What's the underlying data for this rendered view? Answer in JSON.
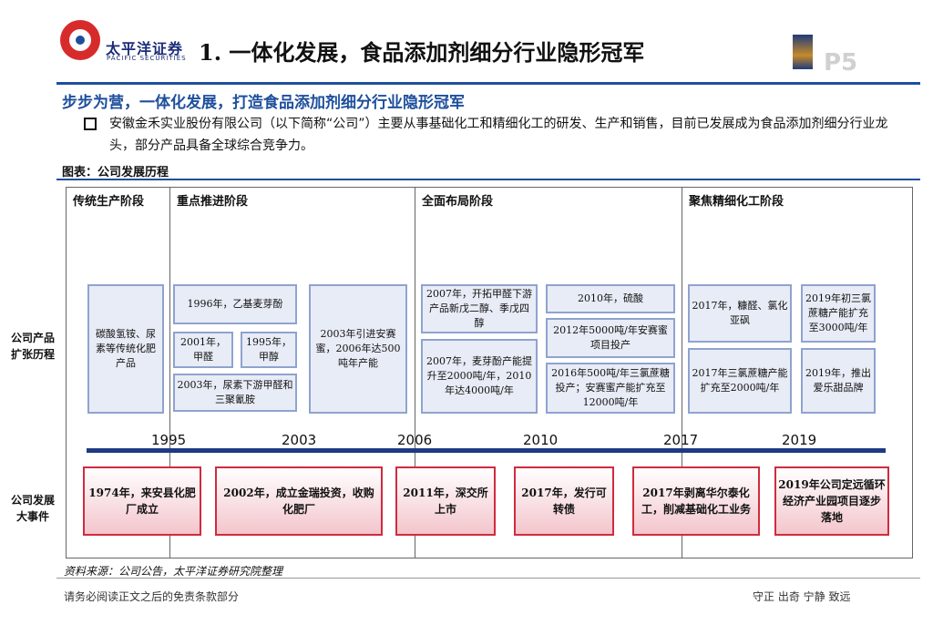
{
  "header": {
    "brand_cn": "太平洋证券",
    "brand_en": "PACIFIC SECURITIES",
    "title": "1. 一体化发展，食品添加剂细分行业隐形冠军",
    "page": "P5"
  },
  "subtitle": "步步为营，一体化发展，打造食品添加剂细分行业隐形冠军",
  "paragraph": "安徽金禾实业股份有限公司（以下简称“公司”）主要从事基础化工和精细化工的研发、生产和销售，目前已发展成为食品添加剂细分行业龙头，部分产品具备全球综合竞争力。",
  "figure_label": "图表：公司发展历程",
  "stages": [
    "传统生产阶段",
    "重点推进阶段",
    "全面布局阶段",
    "聚焦精细化工阶段"
  ],
  "row_labels": {
    "expansion": "公司产品\n扩张历程",
    "events": "公司发展\n大事件"
  },
  "expansion_boxes": [
    "碳酸氢铵、尿素等传统化肥产品",
    "1996年，乙基麦芽酚",
    "2001年，甲醛",
    "1995年，甲醇",
    "2003年，尿素下游甲醛和三聚氰胺",
    "2003年引进安赛蜜，2006年达500吨年产能",
    "2007年，开拓甲醛下游产品新戊二醇、季戊四醇",
    "2007年，麦芽酚产能提升至2000吨/年，2010年达4000吨/年",
    "2010年，硫酸",
    "2012年5000吨/年安赛蜜项目投产",
    "2016年500吨/年三氯蔗糖投产；安赛蜜产能扩充至12000吨/年",
    "2017年，糠醛、氯化亚砜",
    "2017年三氯蔗糖产能扩充至2000吨/年",
    "2019年初三氯蔗糖产能扩充至3000吨/年",
    "2019年，推出爱乐甜品牌"
  ],
  "years": [
    "1995",
    "2003",
    "2006",
    "2010",
    "2017",
    "2019"
  ],
  "events": [
    "1974年，来安县化肥厂成立",
    "2002年，成立金瑞投资，收购化肥厂",
    "2011年，深交所上市",
    "2017年，发行可转债",
    "2017年剥离华尔泰化工，削减基础化工业务",
    "2019年公司定远循环经济产业园项目逐步落地"
  ],
  "source": "资料来源：公司公告，太平洋证券研究院整理",
  "footer": {
    "left": "请务必阅读正文之后的免责条款部分",
    "right": "守正 出奇 宁静 致远"
  },
  "colors": {
    "brand_blue": "#1e4f9c",
    "brand_red": "#d72b2b",
    "event_border": "#d02b3e",
    "box_border": "#8fa3cf"
  }
}
